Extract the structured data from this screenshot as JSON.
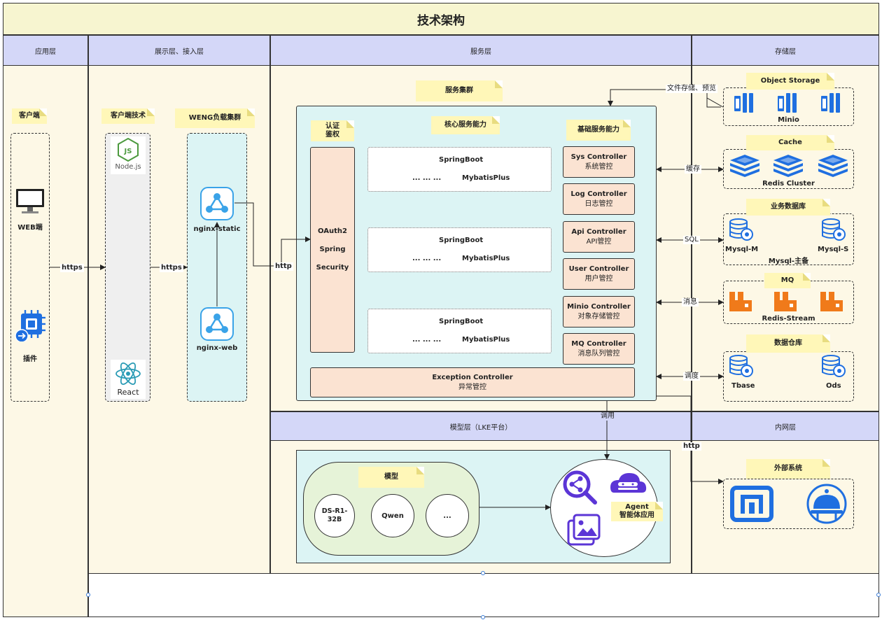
{
  "title": "技术架构",
  "headers": {
    "app": "应用层",
    "access": "展示层、接入层",
    "service": "服务层",
    "storage": "存储层",
    "model": "模型层（LKE平台）",
    "intranet": "内网层"
  },
  "app_layer": {
    "note": "客户端",
    "web": "WEB端",
    "plugin": "插件"
  },
  "access_layer": {
    "client_tech": "客户端技术",
    "nodejs": "Node.js",
    "react": "React",
    "lb_cluster": "WENG负载集群",
    "nginx_static": "nginx-static",
    "nginx_web": "nginx-web"
  },
  "edges": {
    "https1": "https",
    "https2": "https",
    "http_in": "http",
    "file_preview": "文件存储、预览",
    "cache": "缓存",
    "sql": "SQL",
    "message": "消息",
    "schedule": "调度",
    "invoke": "调用",
    "http_out": "http"
  },
  "service_layer": {
    "cluster": "服务集群",
    "auth_note": "认证\n鉴权",
    "core_note": "核心服务能力",
    "base_note": "基础服务能力",
    "auth_lines": [
      "OAuth2",
      "Spring",
      "Security"
    ],
    "springboot": [
      {
        "name": "SpringBoot",
        "dots": "... ... ...",
        "orm": "MybatisPlus"
      },
      {
        "name": "SpringBoot",
        "dots": "... ... ...",
        "orm": "MybatisPlus"
      },
      {
        "name": "SpringBoot",
        "dots": "... ... ...",
        "orm": "MybatisPlus"
      }
    ],
    "controllers": [
      {
        "name": "Sys Controller",
        "desc": "系统管控"
      },
      {
        "name": "Log Controller",
        "desc": "日志管控"
      },
      {
        "name": "Api Controller",
        "desc": "API管控"
      },
      {
        "name": "User Controller",
        "desc": "用户管控"
      },
      {
        "name": "Minio Controller",
        "desc": "对象存储管控"
      },
      {
        "name": "MQ Controller",
        "desc": "消息队列管控"
      }
    ],
    "exception": {
      "name": "Exception Controller",
      "desc": "异常管控"
    }
  },
  "storage_layer": {
    "object_storage": "Object Storage",
    "minio": "Minio",
    "cache": "Cache",
    "redis_cluster": "Redis Cluster",
    "biz_db": "业务数据库",
    "mysql_m": "Mysql-M",
    "mysql_s": "Mysql-S",
    "mysql_ha": "Mysql-主备",
    "mq": "MQ",
    "redis_stream": "Redis-Stream",
    "dw": "数据仓库",
    "tbase": "Tbase",
    "ods": "Ods"
  },
  "model_layer": {
    "models_note": "模型",
    "models": [
      "DS-R1-\n32B",
      "Qwen",
      "..."
    ],
    "agent_note": "Agent\n智能体应用"
  },
  "intranet_layer": {
    "external": "外部系统"
  },
  "colors": {
    "lane": "#fdf8e6",
    "header": "#d4d7f8",
    "title": "#f7f5d0",
    "service_bg": "#dcf4f4",
    "controller": "#fbe3d2",
    "note": "#fff7b8",
    "blue_icon": "#1f6fe0",
    "orange_icon": "#f07a1a",
    "purple_icon": "#5b35d6"
  }
}
